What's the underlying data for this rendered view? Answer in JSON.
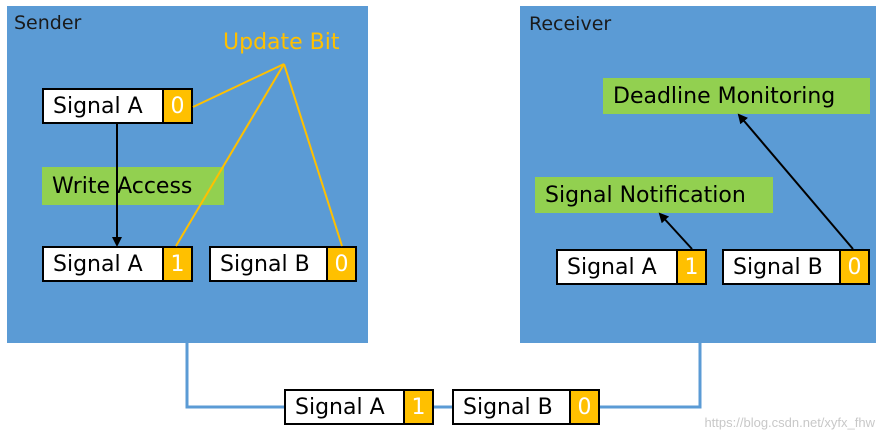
{
  "sender": {
    "title": "Sender",
    "update_bit_label": "Update Bit",
    "write_access_label": "Write Access",
    "top_signal": {
      "name": "Signal A",
      "bit": "0"
    },
    "signal_a": {
      "name": "Signal A",
      "bit": "1"
    },
    "signal_b": {
      "name": "Signal B",
      "bit": "0"
    }
  },
  "receiver": {
    "title": "Receiver",
    "deadline_label": "Deadline Monitoring",
    "notification_label": "Signal Notification",
    "signal_a": {
      "name": "Signal A",
      "bit": "1"
    },
    "signal_b": {
      "name": "Signal B",
      "bit": "0"
    }
  },
  "bus": {
    "signal_a": {
      "name": "Signal A",
      "bit": "1"
    },
    "signal_b": {
      "name": "Signal B",
      "bit": "0"
    }
  },
  "watermark": "https://blog.csdn.net/xyfx_fhw",
  "colors": {
    "panel": "#5b9bd5",
    "bit_fill": "#ffc000",
    "note_fill": "#92d050",
    "update_line": "#ffc000",
    "bus_line": "#5b9bd5"
  }
}
